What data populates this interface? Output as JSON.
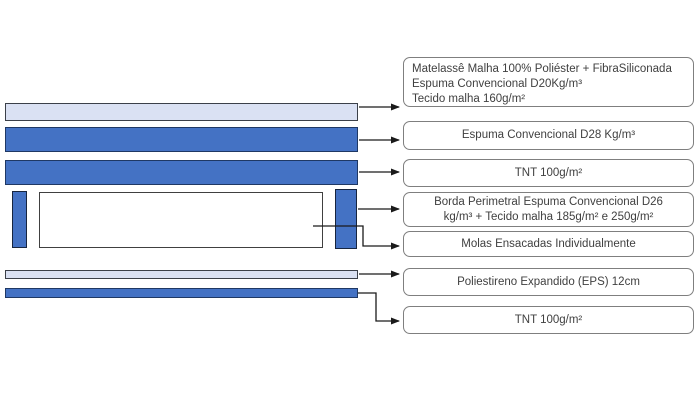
{
  "diagram": {
    "type": "mattress-layer-diagram",
    "labels": [
      {
        "text": "Matelassê Malha 100% Poliéster + FibraSiliconada\nEspuma Convencional D20Kg/m³\nTecido malha 160g/m²"
      },
      {
        "text": "Espuma Convencional D28 Kg/m³"
      },
      {
        "text": "TNT 100g/m²"
      },
      {
        "text": "Borda Perimetral Espuma Convencional D26\nkg/m³ + Tecido malha 185g/m² e 250g/m²"
      },
      {
        "text": "Molas Ensacadas Individualmente"
      },
      {
        "text": "Poliestireno Expandido (EPS) 12cm"
      },
      {
        "text": "TNT 100g/m²"
      }
    ]
  },
  "colors": {
    "layer_blue_fill": "#4472c4",
    "layer_blue_border": "#1f3864",
    "layer_light_fill": "#dae1f3",
    "layer_light_border": "#3b4049",
    "spring_box_border": "#404040",
    "label_box_border": "#7f7f7f",
    "label_text": "#404040",
    "connector_line": "#1a1a1a",
    "background": "#ffffff"
  }
}
